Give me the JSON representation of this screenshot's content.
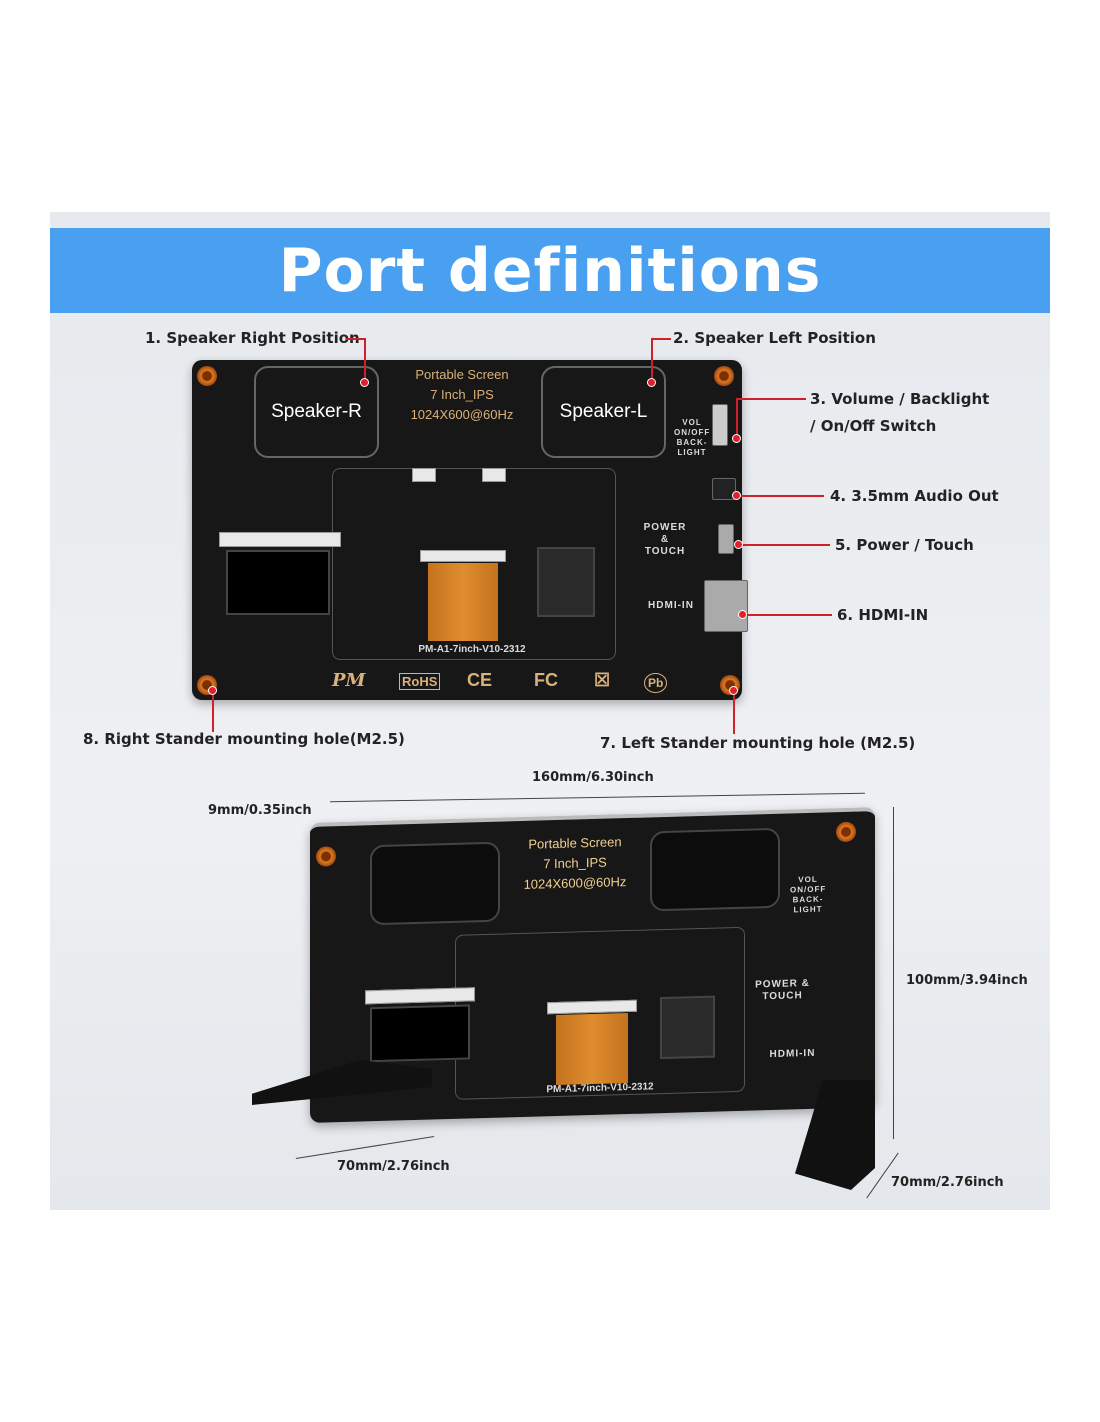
{
  "title": "Port definitions",
  "labels": {
    "l1": "1. Speaker Right  Position",
    "l2": "2. Speaker Left Position",
    "l3a": "3. Volume / Backlight",
    "l3b": "/ On/Off Switch",
    "l4": "4. 3.5mm Audio Out",
    "l5": "5. Power / Touch",
    "l6": "6. HDMI-IN",
    "l7": "7. Left Stander mounting hole (M2.5)",
    "l8": "8. Right Stander mounting hole(M2.5)"
  },
  "board": {
    "speaker_r": "Speaker-R",
    "speaker_l": "Speaker-L",
    "line1": "Portable Screen",
    "line2": "7 Inch_IPS",
    "line3": "1024X600@60Hz",
    "vol": "VOL ON/OFF BACK- LIGHT",
    "power": "POWER & TOUCH",
    "hdmi": "HDMI-IN",
    "model": "PM-A1-7inch-V10-2312",
    "certs": [
      "PM",
      "RoHS",
      "CE",
      "FC",
      "☒",
      "Pb"
    ]
  },
  "dimensions": {
    "width": "160mm/6.30inch",
    "thickness": "9mm/0.35inch",
    "height": "100mm/3.94inch",
    "stand_left": "70mm/2.76inch",
    "stand_right": "70mm/2.76inch"
  },
  "colors": {
    "banner": "#4aa0f0",
    "callout": "#d0202a",
    "board": "#171717",
    "silk_gold": "#d9b27a"
  }
}
